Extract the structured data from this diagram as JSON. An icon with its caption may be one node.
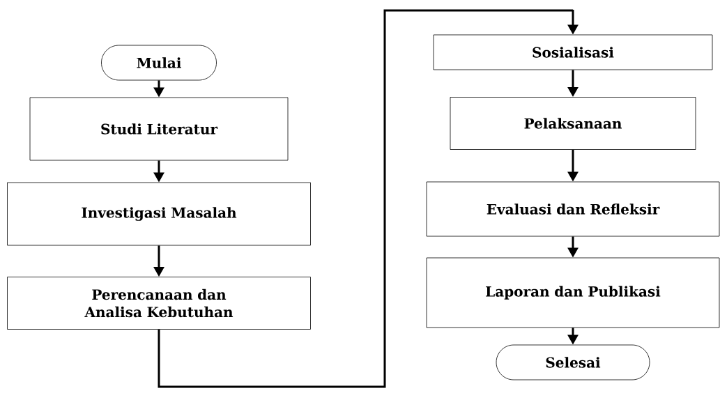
{
  "diagram": {
    "nodes": [
      {
        "text": [
          "Mulai"
        ]
      },
      {
        "text": [
          "Studi Literatur"
        ]
      },
      {
        "text": [
          "Investigasi  Masalah"
        ]
      },
      {
        "text": [
          "Perencanaan dan Analisa Kebutuhan"
        ]
      },
      {
        "text": [
          "Sosialisasi"
        ]
      },
      {
        "text": [
          "Pelaksanaan"
        ]
      },
      {
        "text": [
          "Evaluasi dan Refleksir"
        ]
      },
      {
        "text": [
          "Laporan dan Publikasi"
        ]
      },
      {
        "text": [
          "Selesai"
        ]
      }
    ],
    "edges": [
      {
        "from": 0,
        "to": 1,
        "arrow": "to"
      },
      {
        "from": 1,
        "to": 2,
        "arrow": "to"
      },
      {
        "from": 2,
        "to": 3,
        "arrow": "to"
      },
      {
        "from": 3,
        "to": 4,
        "arrow": "to"
      },
      {
        "from": 4,
        "to": 5,
        "arrow": "to"
      },
      {
        "from": 5,
        "to": 6,
        "arrow": "to"
      },
      {
        "from": 6,
        "to": 7,
        "arrow": "to"
      },
      {
        "from": 7,
        "to": 8,
        "arrow": "to"
      }
    ]
  }
}
